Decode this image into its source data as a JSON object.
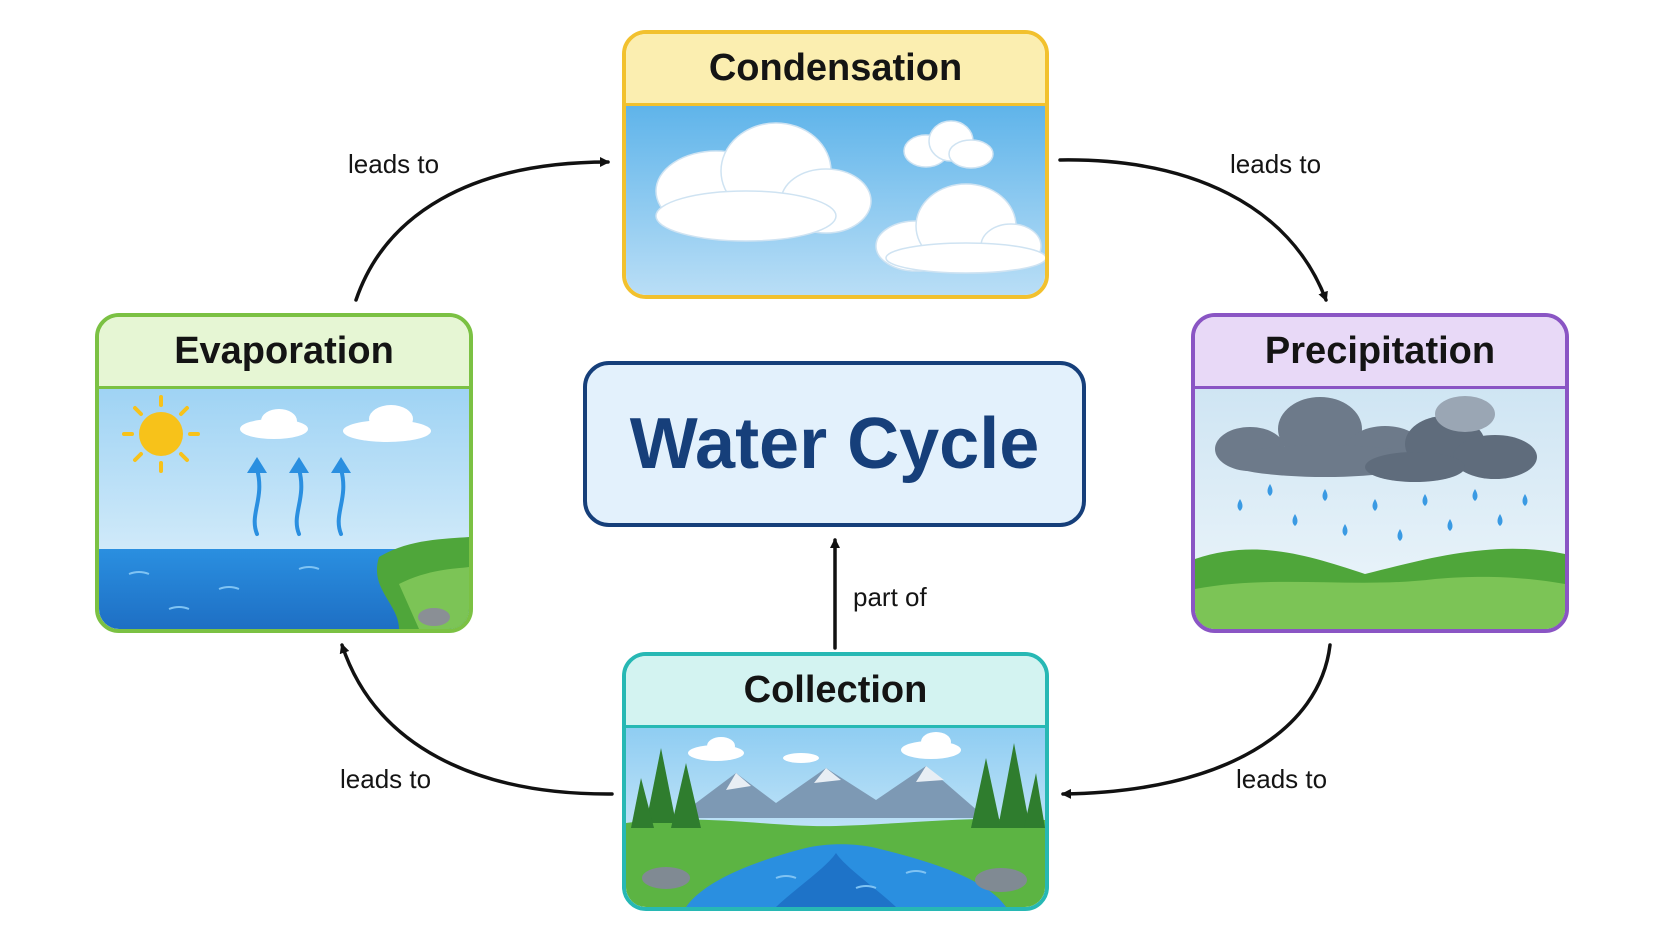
{
  "title": "Water Cycle",
  "stages": {
    "condensation": "Condensation",
    "evaporation": "Evaporation",
    "precipitation": "Precipitation",
    "collection": "Collection"
  },
  "edges": {
    "evaporation_to_condensation": "leads to",
    "condensation_to_precipitation": "leads to",
    "precipitation_to_collection": "leads to",
    "collection_to_evaporation": "leads to",
    "collection_to_center": "part of"
  },
  "colors": {
    "condensation": "#f2c12e",
    "evaporation": "#7bc143",
    "precipitation": "#8a55c4",
    "collection": "#27b8b4",
    "center": "#163f7a"
  }
}
